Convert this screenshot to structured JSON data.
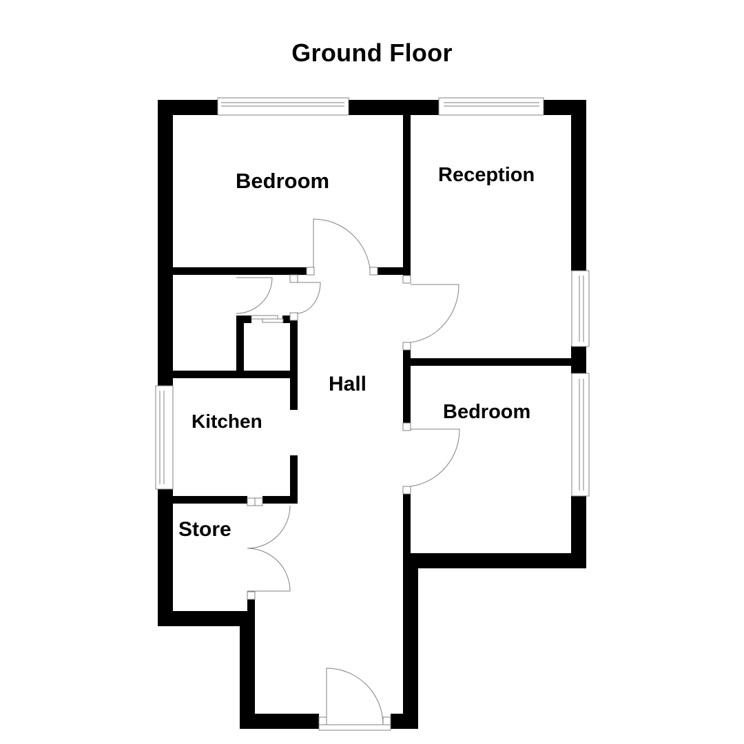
{
  "title": "Ground Floor",
  "rooms": [
    {
      "name": "Bedroom",
      "id": "bedroom-1"
    },
    {
      "name": "Reception",
      "id": "reception"
    },
    {
      "name": "Hall",
      "id": "hall"
    },
    {
      "name": "Kitchen",
      "id": "kitchen"
    },
    {
      "name": "Bedroom",
      "id": "bedroom-2"
    },
    {
      "name": "Store",
      "id": "store"
    }
  ],
  "colors": {
    "wall": "#000000",
    "fixture_line": "#808080",
    "background": "#ffffff"
  }
}
